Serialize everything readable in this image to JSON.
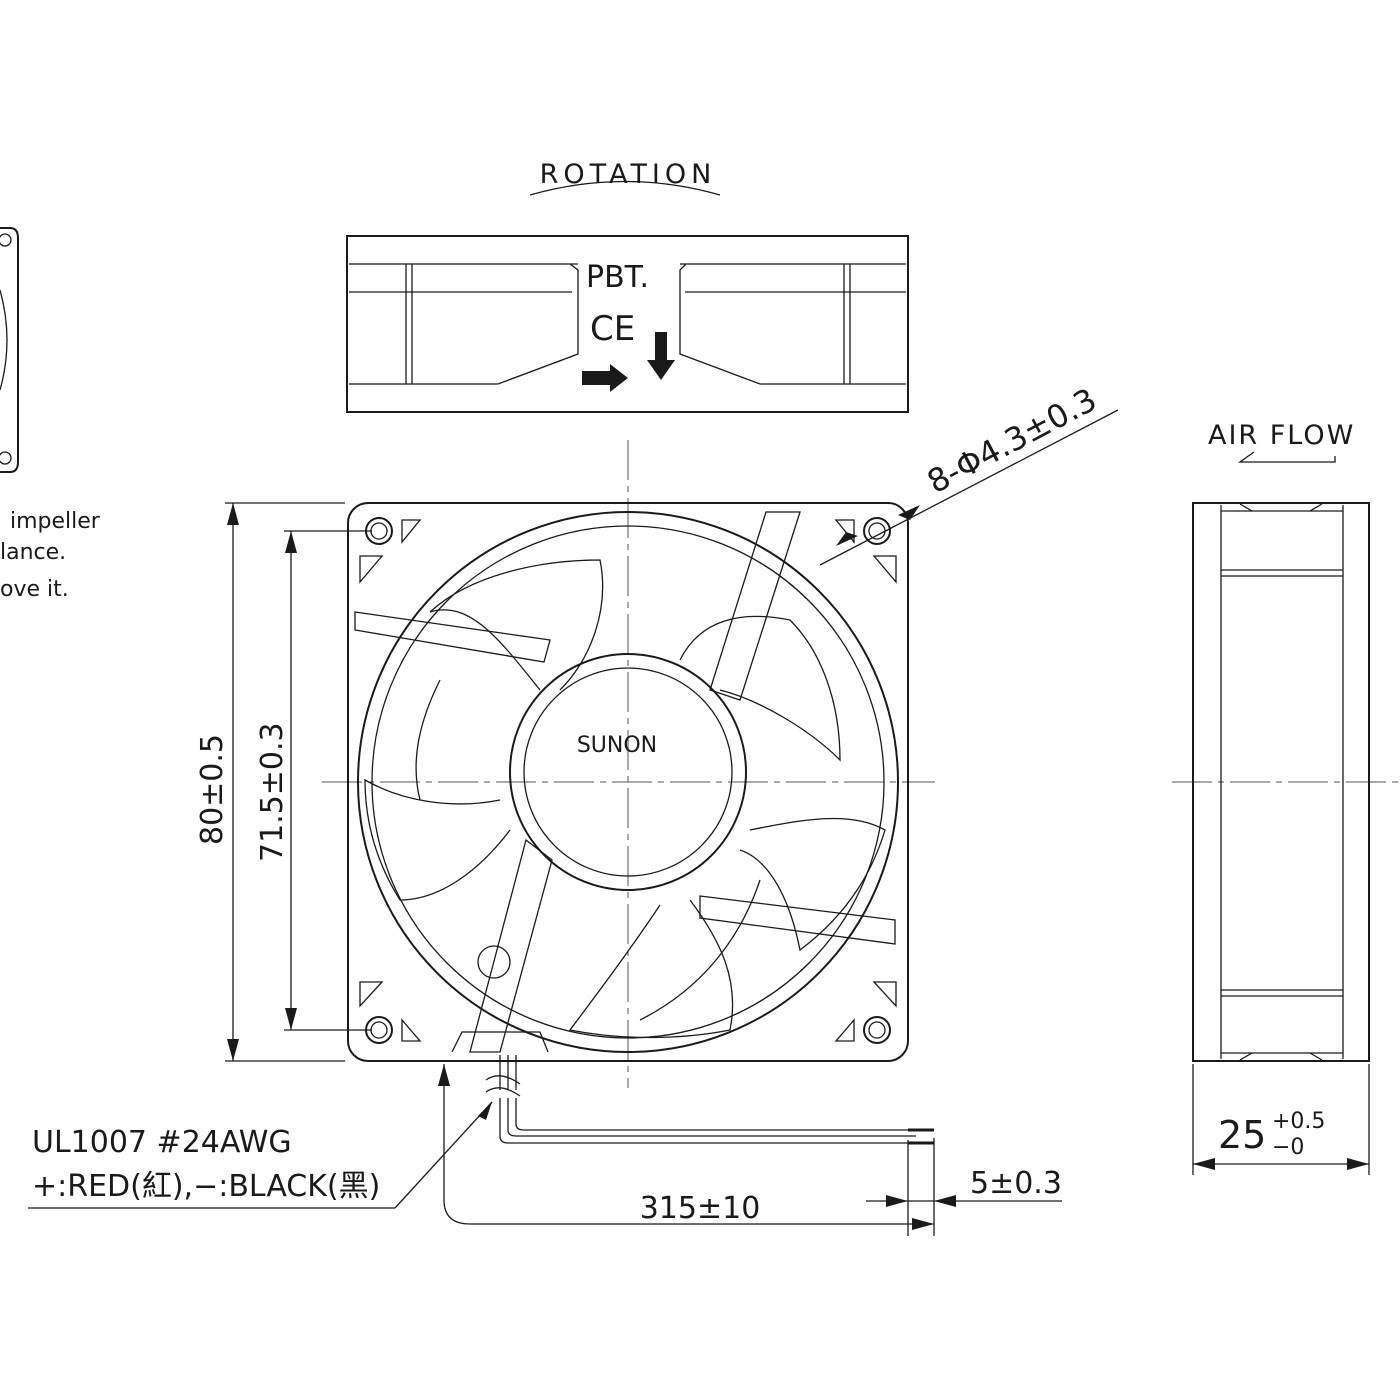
{
  "labels": {
    "rotation": "ROTATION",
    "pbt": "PBT.",
    "ce": "CE",
    "air_flow": "AIR FLOW",
    "brand": "SUNON",
    "holes": "8-Φ4.3±0.3",
    "dim_outer": "80±0.5",
    "dim_inner": "71.5±0.3",
    "dim_depth_base": "25",
    "dim_depth_tol_upper": "+0.5",
    "dim_depth_tol_lower": "−0",
    "dim_lead_length": "315±10",
    "dim_strip": "5±0.3",
    "wire_spec": "UL1007 #24AWG",
    "wire_colors": "+:RED(紅),−:BLACK(黑)"
  },
  "left_note": {
    "line1": "impeller",
    "line2": "lance.",
    "line3": "ove it."
  },
  "icons": {
    "rotation_arrow": "arrow-right-icon",
    "airflow_arrow": "arrow-down-icon"
  }
}
